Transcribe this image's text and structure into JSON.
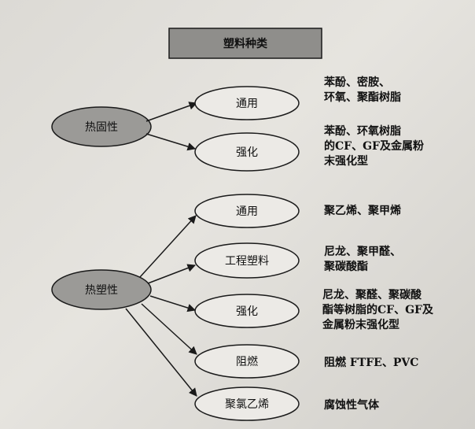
{
  "title": "塑料种类",
  "groups": [
    {
      "label": "热固性",
      "items": [
        {
          "label": "通用",
          "desc": [
            "苯酚、密胺、",
            "环氧、聚酯树脂"
          ]
        },
        {
          "label": "强化",
          "desc": [
            "苯酚、环氧树脂",
            "的CF、GF及金属粉",
            "末强化型"
          ]
        }
      ]
    },
    {
      "label": "热塑性",
      "items": [
        {
          "label": "通用",
          "desc": [
            "聚乙烯、聚甲烯"
          ]
        },
        {
          "label": "工程塑料",
          "desc": [
            "尼龙、聚甲醛、",
            "聚碳酸酯"
          ]
        },
        {
          "label": "强化",
          "desc": [
            "尼龙、聚醛、聚碳酸",
            "酯等树脂的CF、GF及",
            "金属粉末强化型"
          ]
        },
        {
          "label": "阻燃",
          "desc": [
            "阻燃 FTFE、PVC"
          ]
        },
        {
          "label": "聚氯乙烯",
          "desc": [
            "腐蚀性气体"
          ]
        }
      ]
    }
  ],
  "colors": {
    "title_fill": "#8f8e8b",
    "category_fill": "#9b9a97",
    "stroke": "#1a1a1a"
  }
}
